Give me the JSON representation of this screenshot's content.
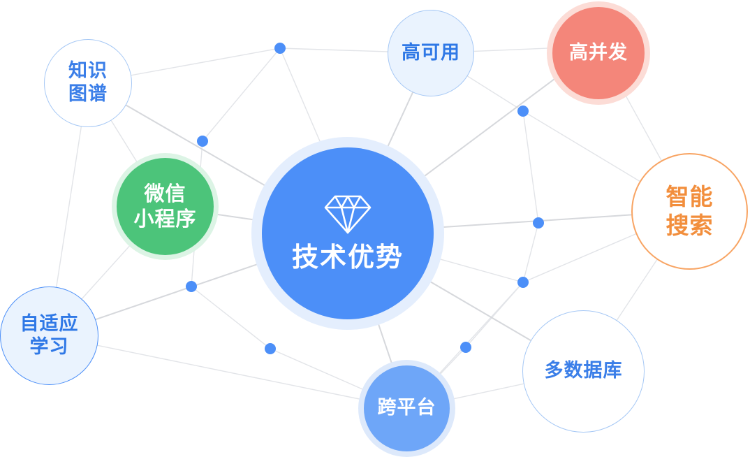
{
  "center": {
    "label": "技术优势",
    "icon": "diamond-icon",
    "color": "#4c8ff8"
  },
  "nodes": {
    "knowledge_graph": {
      "lines": [
        "知识",
        "图谱"
      ],
      "color": "#3a7ee8"
    },
    "miniapp": {
      "lines": [
        "微信",
        "小程序"
      ],
      "color": "#4cc47a"
    },
    "adaptive_learning": {
      "lines": [
        "自适应",
        "学习"
      ],
      "color": "#2f78e6"
    },
    "high_availability": {
      "label": "高可用",
      "color": "#2f78e6"
    },
    "high_concurrency": {
      "label": "高并发",
      "color": "#f4867a"
    },
    "smart_search": {
      "lines": [
        "智能",
        "搜索"
      ],
      "color": "#f28e3c"
    },
    "multi_database": {
      "label": "多数据库",
      "color": "#3a7ee8"
    },
    "cross_platform": {
      "label": "跨平台",
      "color": "#6ea6f8"
    }
  }
}
